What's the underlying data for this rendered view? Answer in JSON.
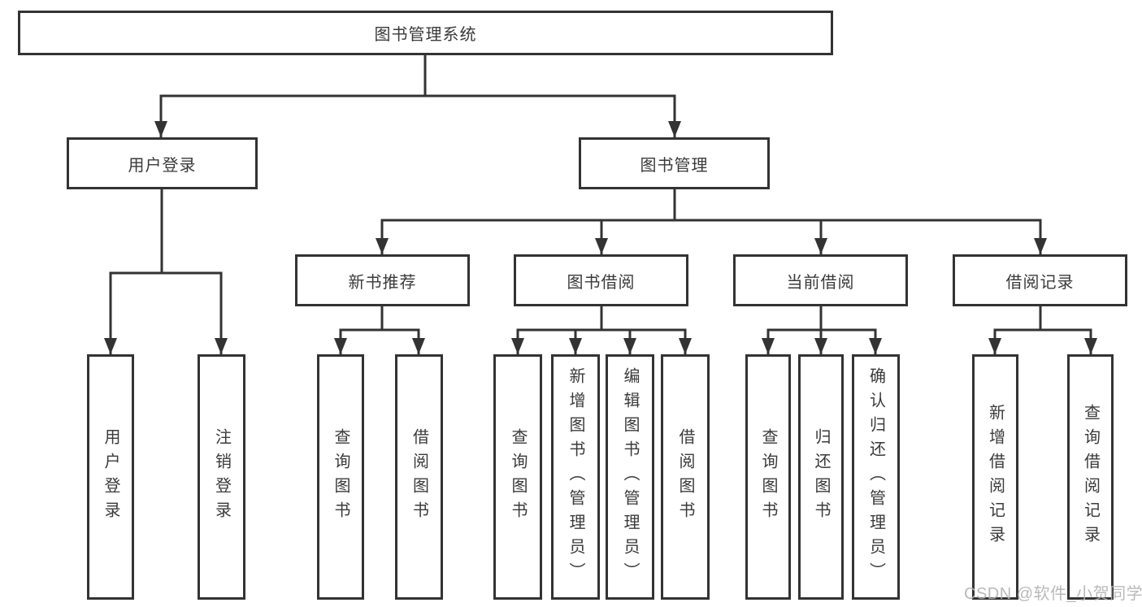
{
  "nodes": {
    "root": "图书管理系统",
    "user_login": "用户登录",
    "book_mgmt": "图书管理",
    "user_login_leaf": "用户登录",
    "logout_leaf": "注销登录",
    "new_books": "新书推荐",
    "book_borrow": "图书借阅",
    "current_borrow": "当前借阅",
    "borrow_records": "借阅记录",
    "nb_query": "查询图书",
    "nb_borrow": "借阅图书",
    "bb_query": "查询图书",
    "bb_add": "新增图书（管理员）",
    "bb_edit": "编辑图书（管理员）",
    "bb_borrow": "借阅图书",
    "cb_query": "查询图书",
    "cb_return": "归还图书",
    "cb_confirm": "确认归还（管理员）",
    "br_add": "新增借阅记录",
    "br_query": "查询借阅记录"
  },
  "watermark": "CSDN @软件_小贺同学",
  "colors": {
    "line": "#333333",
    "text": "#3a3a3a",
    "background": "#ffffff",
    "watermark": "#b2b2b2"
  }
}
